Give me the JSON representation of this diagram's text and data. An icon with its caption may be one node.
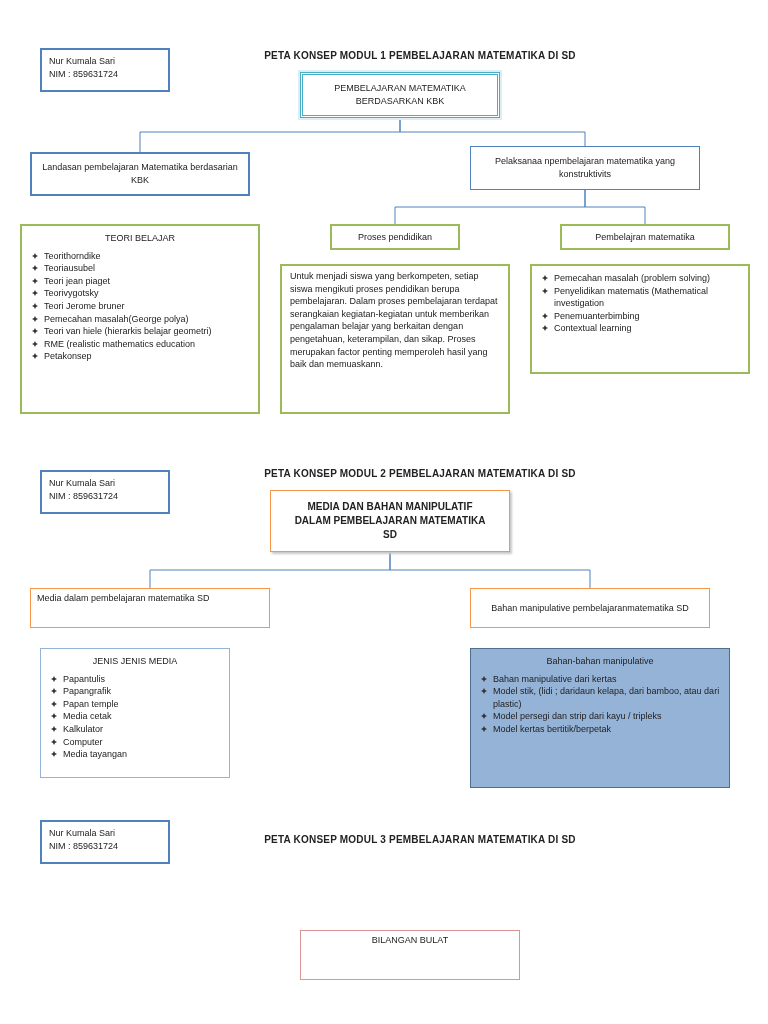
{
  "diagram": {
    "nodes": [
      {
        "text": [
          "Nur Kumala Sari",
          "NIM : 859631724"
        ]
      },
      {
        "text": [
          "PEMBELAJARAN MATEMATIKA BERDASARKAN KBK"
        ]
      },
      {
        "text": [
          "Landasan pembelajaran Matematika berdasarian KBK"
        ]
      },
      {
        "text": [
          "Pelaksanaa npembelajaran matematika yang konstruktivits"
        ]
      },
      {
        "text": [
          "TEORI BELAJAR",
          "Teorithorndike",
          "Teoriausubel",
          "Teori jean piaget",
          "Teorivygotsky",
          "Teori Jerome bruner",
          "Pemecahan masalah(George polya)",
          "Teori van hiele (hierarkis belajar geometri)",
          "RME (realistic mathematics education",
          "Petakonsep"
        ]
      },
      {
        "text": [
          "Proses pendidikan"
        ]
      },
      {
        "text": [
          "Untuk menjadi siswa yang berkompeten, setiap siswa mengikuti proses pendidikan berupa pembelajaran. Dalam proses pembelajaran terdapat serangkaian kegiatan-kegiatan untuk memberikan pengalaman belajar yang berkaitan dengan pengetahuan, keterampilan, dan sikap. Proses merupakan factor penting memperoleh hasil yang baik dan memuaskann."
        ]
      },
      {
        "text": [
          "Pembelajran matematika"
        ]
      },
      {
        "text": [
          "Pemecahan masalah (problem solving)",
          "Penyelidikan matematis (Mathematical investigation",
          "Penemuanterbimbing",
          "Contextual learning"
        ]
      },
      {
        "text": [
          "Nur Kumala Sari",
          "NIM : 859631724"
        ]
      },
      {
        "text": [
          "MEDIA DAN BAHAN MANIPULATIF DALAM PEMBELAJARAN MATEMATIKA SD"
        ]
      },
      {
        "text": [
          "Media dalam pembelajaran matematika SD"
        ]
      },
      {
        "text": [
          "Bahan manipulative pembelajaranmatematika SD"
        ]
      },
      {
        "text": [
          "JENIS JENIS MEDIA",
          "Papantulis",
          "Papangrafik",
          "Papan temple",
          "Media cetak",
          "Kalkulator",
          "Computer",
          "Media tayangan"
        ]
      },
      {
        "text": [
          "Bahan-bahan manipulative",
          "Bahan manipulative dari kertas",
          "Model stik, (lidi ; daridaun kelapa, dari bamboo, atau dari plastic)",
          "Model persegi dan strip dari kayu / tripleks",
          "Model kertas bertitik/berpetak"
        ]
      },
      {
        "text": [
          "Nur Kumala Sari",
          "NIM : 859631724"
        ]
      },
      {
        "text": [
          "BILANGAN BULAT"
        ]
      }
    ],
    "edges": [
      {
        "from": 1,
        "to": 2,
        "arrow": "none"
      },
      {
        "from": 1,
        "to": 3,
        "arrow": "none"
      },
      {
        "from": 3,
        "to": 5,
        "arrow": "none"
      },
      {
        "from": 3,
        "to": 7,
        "arrow": "none"
      },
      {
        "from": 10,
        "to": 11,
        "arrow": "none"
      },
      {
        "from": 10,
        "to": 12,
        "arrow": "none"
      }
    ],
    "labels": [
      "PETA KONSEP MODUL 1 PEMBELAJARAN MATEMATIKA DI SD",
      "PETA KONSEP MODUL 2 PEMBELAJARAN MATEMATIKA DI SD",
      "PETA KONSEP MODUL 3 PEMBELAJARAN MATEMATIKA DI SD"
    ]
  }
}
